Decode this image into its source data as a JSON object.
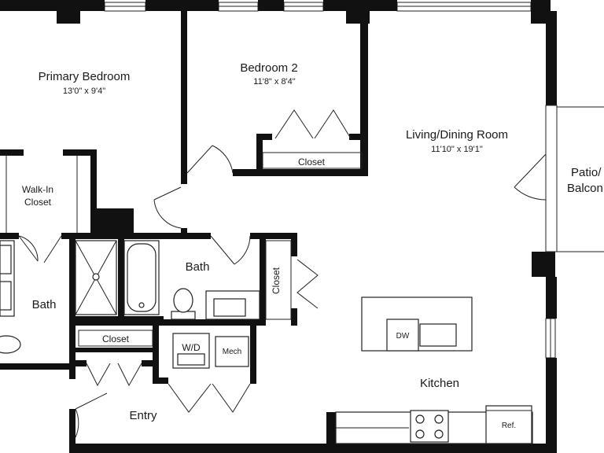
{
  "rooms": {
    "primary_bedroom": {
      "name": "Primary Bedroom",
      "dims": "13'0\" x 9'4\""
    },
    "bedroom_2": {
      "name": "Bedroom 2",
      "dims": "11'8\" x 8'4\""
    },
    "living_dining": {
      "name": "Living/Dining Room",
      "dims": "11'10\" x 19'1\""
    },
    "patio": {
      "line1": "Patio/",
      "line2": "Balcon"
    },
    "walk_in_closet": {
      "line1": "Walk-In",
      "line2": "Closet"
    },
    "bath_left": {
      "name": "Bath"
    },
    "bath_center": {
      "name": "Bath"
    },
    "kitchen": {
      "name": "Kitchen"
    },
    "entry": {
      "name": "Entry"
    }
  },
  "closets": {
    "bedroom2": "Closet",
    "hall": "Closet",
    "entry": "Closet"
  },
  "appliances": {
    "dishwasher": "DW",
    "washer_dryer": "W/D",
    "mechanical": "Mech",
    "refrigerator": "Ref."
  }
}
